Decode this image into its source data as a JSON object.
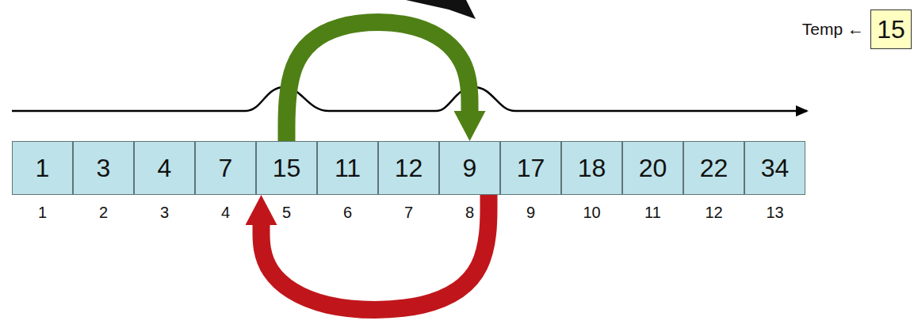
{
  "diagram": {
    "nodes": [
      {
        "text": [
          "1"
        ]
      },
      {
        "text": [
          "3"
        ]
      },
      {
        "text": [
          "4"
        ]
      },
      {
        "text": [
          "7"
        ]
      },
      {
        "text": [
          "15"
        ]
      },
      {
        "text": [
          "11"
        ]
      },
      {
        "text": [
          "12"
        ]
      },
      {
        "text": [
          "9"
        ]
      },
      {
        "text": [
          "17"
        ]
      },
      {
        "text": [
          "18"
        ]
      },
      {
        "text": [
          "20"
        ]
      },
      {
        "text": [
          "22"
        ]
      },
      {
        "text": [
          "34"
        ]
      },
      {
        "text": [
          "Temp ←",
          "15"
        ]
      }
    ],
    "edges": [
      {
        "from": 4,
        "to": 7,
        "arrow": "to"
      },
      {
        "from": 7,
        "to": 4,
        "arrow": "to"
      }
    ],
    "labels": [
      "1",
      "2",
      "3",
      "4",
      "5",
      "6",
      "7",
      "8",
      "9",
      "10",
      "11",
      "12",
      "13"
    ]
  }
}
